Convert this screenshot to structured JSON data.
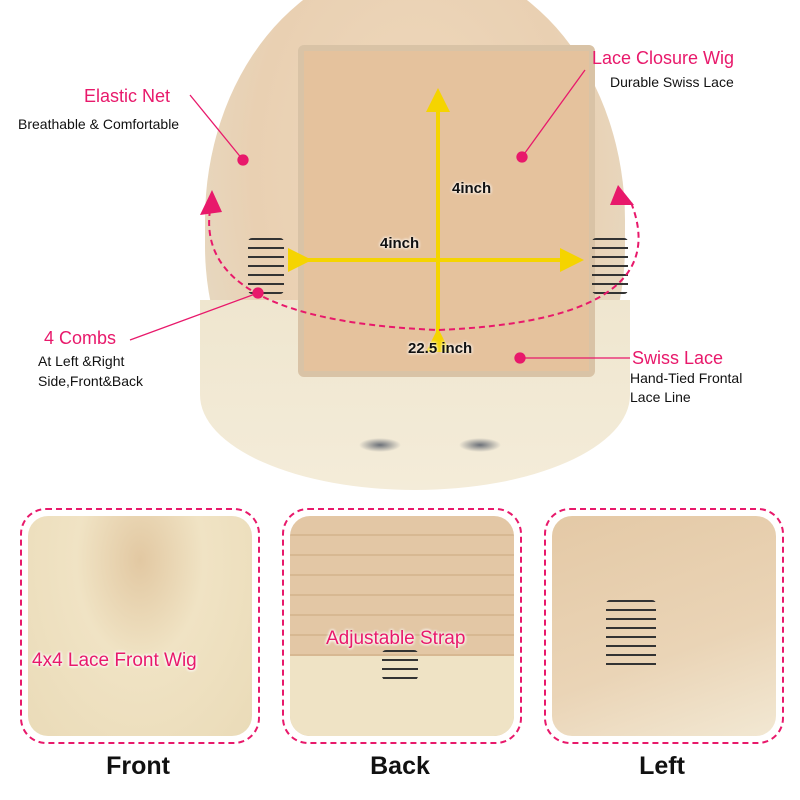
{
  "top": {
    "elastic_net": {
      "title": "Elastic Net",
      "subtitle": "Breathable & Comfortable"
    },
    "lace_closure": {
      "title": "Lace Closure Wig",
      "subtitle": "Durable Swiss Lace"
    },
    "combs": {
      "title": "4 Combs",
      "subtitle_lines": [
        "At Left &Right",
        "Side,Front&Back"
      ]
    },
    "swiss_lace": {
      "title": "Swiss Lace",
      "subtitle_lines": [
        "Hand-Tied Frontal",
        "Lace Line"
      ]
    },
    "measurements": {
      "vertical": "4inch",
      "horizontal": "4inch",
      "circumference": "22.5 inch"
    }
  },
  "panels": [
    {
      "label": "Front",
      "caption": "4x4 Lace Front Wig"
    },
    {
      "label": "Back",
      "caption": "Adjustable Strap"
    },
    {
      "label": "Left",
      "caption": ""
    }
  ],
  "colors": {
    "accent": "#e8196b",
    "arrow": "#f5d400"
  }
}
